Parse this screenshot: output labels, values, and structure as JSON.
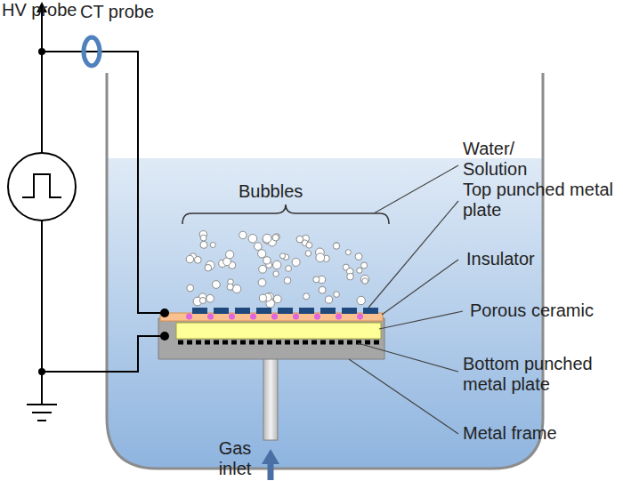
{
  "diagram": {
    "labels": [
      "HV probe",
      "CT probe",
      "Bubbles",
      "Water/ Solution",
      "Top punched metal plate",
      "Insulator",
      "Porous ceramic",
      "Bottom punched metal plate",
      "Metal frame",
      "Gas inlet"
    ]
  }
}
